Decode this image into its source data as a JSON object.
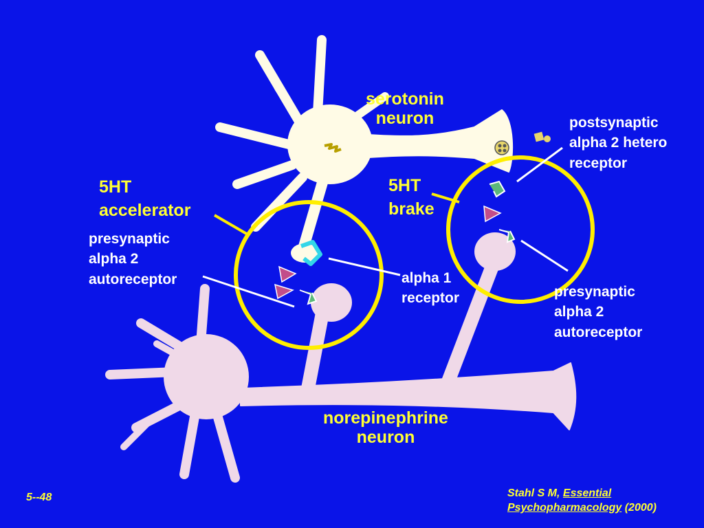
{
  "labels": {
    "serotonin_neuron": [
      "serotonin",
      "neuron"
    ],
    "norepinephrine_neuron": [
      "norepinephrine",
      "neuron"
    ],
    "accelerator": [
      "5HT",
      "accelerator"
    ],
    "brake": [
      "5HT",
      "brake"
    ],
    "postsynaptic_hetero": [
      "postsynaptic",
      "alpha 2 hetero",
      "receptor"
    ],
    "presynaptic_left": [
      "presynaptic",
      "alpha 2",
      "autoreceptor"
    ],
    "alpha1": [
      "alpha 1",
      "receptor"
    ],
    "presynaptic_right": [
      "presynaptic",
      "alpha 2",
      "autoreceptor"
    ]
  },
  "slide_number": "5--48",
  "citation": {
    "author": "Stahl S M, ",
    "title_line1": "Essential",
    "title_line2": "Psychopharmacology",
    "year": " (2000)"
  },
  "colors": {
    "background": "#0a14e8",
    "serotonin_neuron": "#fffbe6",
    "norepinephrine_neuron": "#f0d9e8",
    "highlight_circle": "#ffee00",
    "label_yellow": "#ffff33",
    "receptor_green": "#5cb87a",
    "receptor_cyan": "#33d6e8",
    "ligand_pink": "#c24d8a"
  }
}
